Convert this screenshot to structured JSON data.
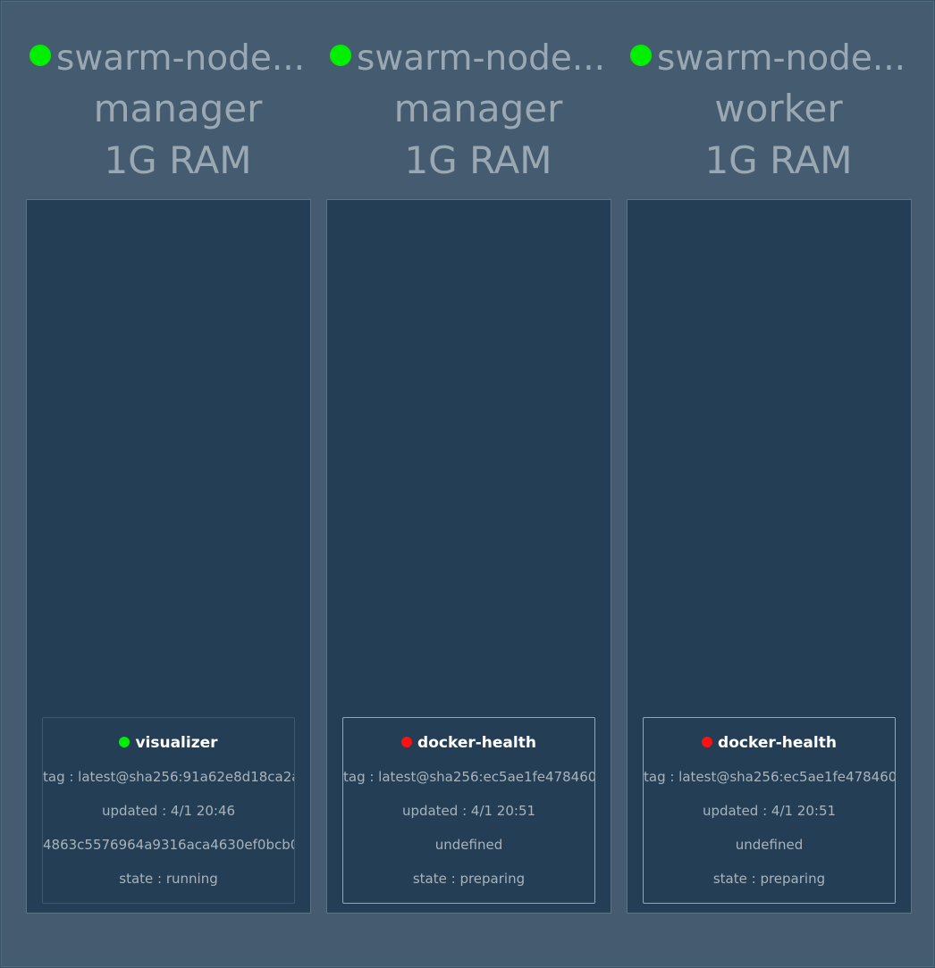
{
  "colors": {
    "online": "#00ee00",
    "running": "#00ee00",
    "preparing": "#ff1111"
  },
  "nodes": [
    {
      "name": "swarm-node...",
      "role": "manager",
      "ram": "1G RAM",
      "status_color": "#00ee00",
      "task": {
        "name": "visualizer",
        "tag": "tag : latest@sha256:91a62e8d18ca2a",
        "updated": "updated : 4/1 20:46",
        "info": "4863c5576964a9316aca4630ef0bcb0",
        "state": "state : running",
        "dot_color": "#00ee00",
        "border": "blue"
      }
    },
    {
      "name": "swarm-node...",
      "role": "manager",
      "ram": "1G RAM",
      "status_color": "#00ee00",
      "task": {
        "name": "docker-health",
        "tag": "tag : latest@sha256:ec5ae1fe478460",
        "updated": "updated : 4/1 20:51",
        "info": "undefined",
        "state": "state : preparing",
        "dot_color": "#ff1111",
        "border": "pink"
      }
    },
    {
      "name": "swarm-node...",
      "role": "worker",
      "ram": "1G RAM",
      "status_color": "#00ee00",
      "task": {
        "name": "docker-health",
        "tag": "tag : latest@sha256:ec5ae1fe478460",
        "updated": "updated : 4/1 20:51",
        "info": "undefined",
        "state": "state : preparing",
        "dot_color": "#ff1111",
        "border": "pink"
      }
    }
  ]
}
